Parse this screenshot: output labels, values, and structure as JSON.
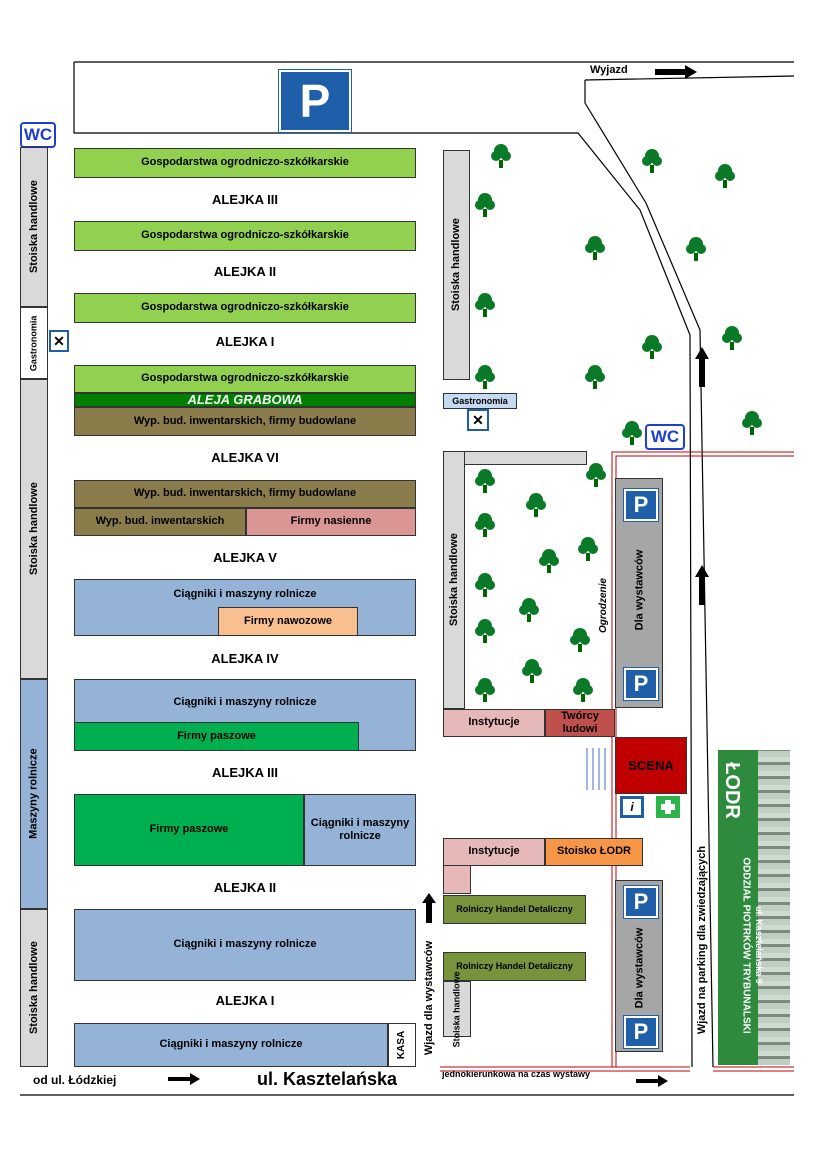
{
  "road": {
    "exit_label": "Wyjazd",
    "street_name": "ul. Kasztelańska",
    "from_street": "od ul. Łódzkiej",
    "one_way_note": "jednokierunkowa na czas wystawy",
    "exhibitors_entry": "Wjazd dla wystawców",
    "visitors_parking_entry": "Wjazd na parking dla zwiedzających"
  },
  "icons": {
    "parking_letter": "P",
    "wc_label": "WC",
    "info_letter": "i"
  },
  "left_column": {
    "stalls_top": "Stoiska handlowe",
    "gastronomy": "Gastronomia",
    "stalls_middle": "Stoiska handlowe",
    "farm_machinery": "Maszyny rolnicze",
    "stalls_bottom": "Stoiska handlowe"
  },
  "rows": {
    "garden_1": "Gospodarstwa ogrodniczo-szkółkarskie",
    "aisle_top_3": "ALEJKA III",
    "garden_2": "Gospodarstwa ogrodniczo-szkółkarskie",
    "aisle_top_2": "ALEJKA II",
    "garden_3": "Gospodarstwa ogrodniczo-szkółkarskie",
    "aisle_top_1": "ALEJKA I",
    "garden_4": "Gospodarstwa ogrodniczo-szkółkarskie",
    "hornbeam_alley": "ALEJA GRABOWA",
    "construction_1": "Wyp. bud. inwentarskich, firmy budowlane",
    "aisle_6": "ALEJKA VI",
    "construction_2": "Wyp. bud. inwentarskich, firmy budowlane",
    "livestock_equipment": "Wyp. bud. inwentarskich",
    "seed_companies": "Firmy nasienne",
    "aisle_5": "ALEJKA V",
    "tractors_1": "Ciągniki i maszyny rolnicze",
    "fertilizer": "Firmy nawozowe",
    "aisle_4": "ALEJKA IV",
    "tractors_2": "Ciągniki i maszyny rolnicze",
    "feed_1": "Firmy paszowe",
    "aisle_3": "ALEJKA III",
    "feed_2": "Firmy paszowe",
    "tractors_3": "Ciągniki i maszyny rolnicze",
    "aisle_2": "ALEJKA II",
    "tractors_4": "Ciągniki i maszyny rolnicze",
    "aisle_1": "ALEJKA I",
    "tractors_5": "Ciągniki i maszyny rolnicze",
    "cash_desk": "KASA"
  },
  "center": {
    "stalls_top": "Stoiska handlowe",
    "gastronomy": "Gastronomia",
    "stalls_park": "Stoiska handlowe",
    "fence": "Ogrodzenie",
    "exhibitors_parking_1": "Dla wystawców",
    "institutions_1": "Instytucje",
    "folk_artists": "Twórcy ludowi",
    "stage": "SCENA",
    "institutions_2": "Instytucje",
    "lodr_stand": "Stoisko ŁODR",
    "retail_1": "Rolniczy Handel Detaliczny",
    "retail_2": "Rolniczy Handel Detaliczny",
    "stalls_small": "Stoiska handlowe",
    "exhibitors_parking_2": "Dla wystawców"
  },
  "banner": {
    "logo": "ŁODR",
    "line1": "ODDZIAŁ PIOTRKÓW TRYBUNALSKI",
    "line2": "ul. Kasztelańska 9"
  },
  "colors": {
    "garden": "#92d050",
    "construction": "#8b7d4b",
    "tractors": "#95b3d7",
    "feed": "#00b050",
    "seeds": "#da9694",
    "fertilizer": "#fabf8f",
    "stage": "#c00000",
    "parking_sign": "#1f5ea8",
    "banner": "#2e8b3e"
  }
}
